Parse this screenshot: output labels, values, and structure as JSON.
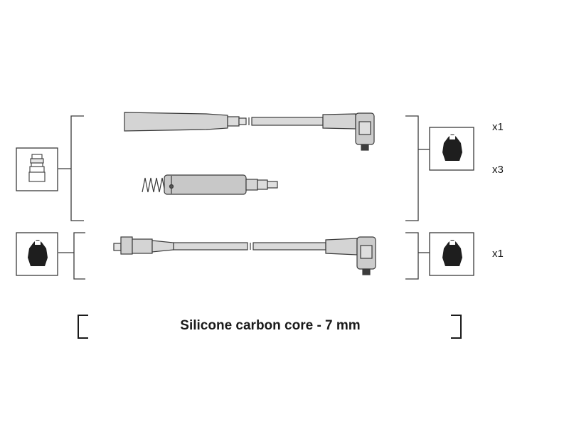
{
  "colors": {
    "outline": "#3a3a3a",
    "cable_fill": "#d9d9d9",
    "boot_fill": "#cfcfcf",
    "icon_fill": "#1e1e1e"
  },
  "quantities": {
    "top_right_upper": "x1",
    "top_right_lower": "x3",
    "bottom_right": "x1"
  },
  "caption": "Silicone carbon core - 7 mm",
  "icons": {
    "left_top": "coil-terminal-icon",
    "left_bottom": "spark-plug-boot-icon",
    "right_top": "spark-plug-boot-icon",
    "right_bottom": "spark-plug-boot-icon"
  }
}
